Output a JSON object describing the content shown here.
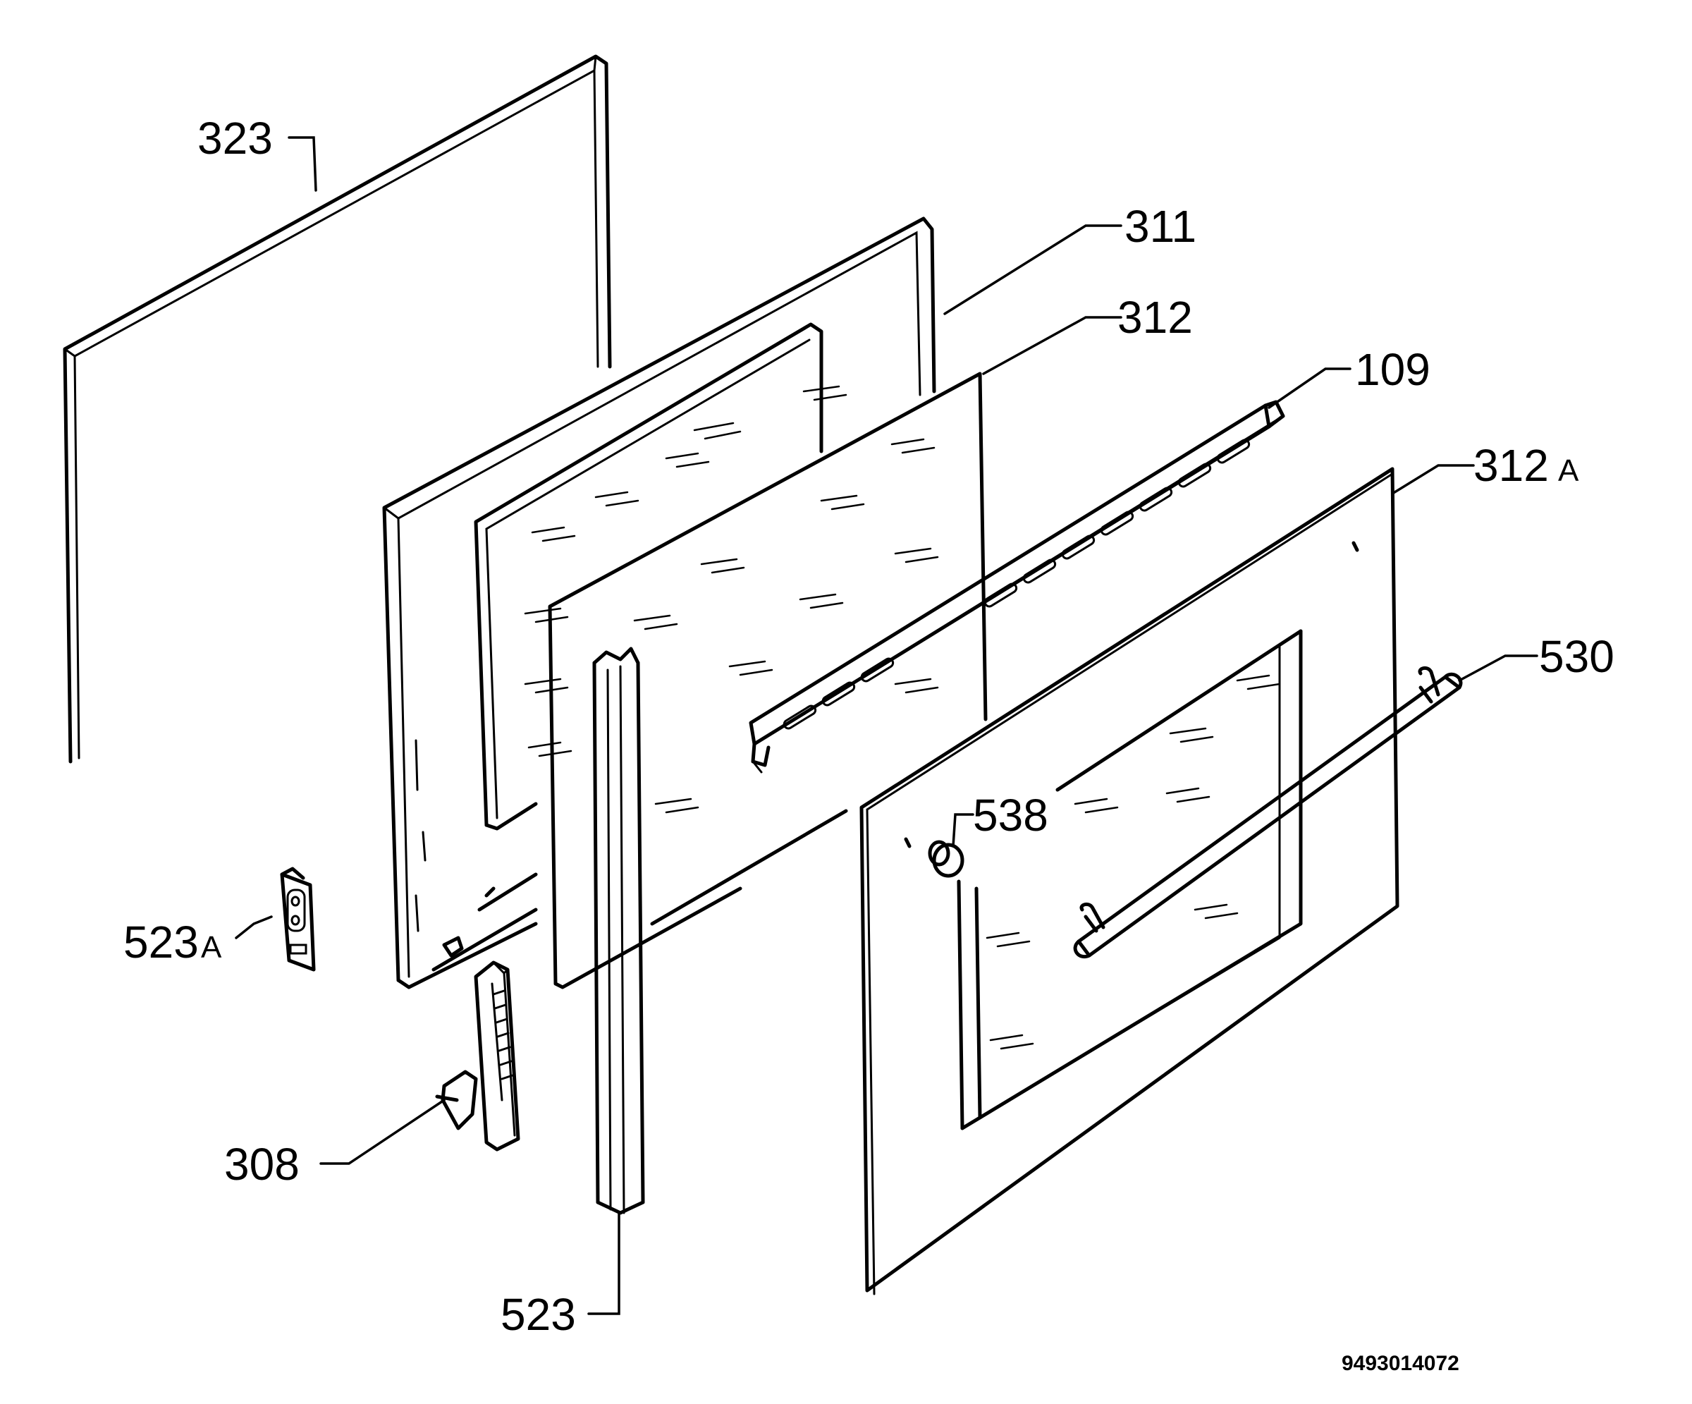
{
  "labels": {
    "p323": "323",
    "p311": "311",
    "p312": "312",
    "p109": "109",
    "p312a_num": "312",
    "p312a_suffix": "A",
    "p530": "530",
    "p538": "538",
    "p523a_num": "523",
    "p523a_suffix": "A",
    "p308": "308",
    "p523": "523"
  },
  "drawing_code": "9493014072"
}
